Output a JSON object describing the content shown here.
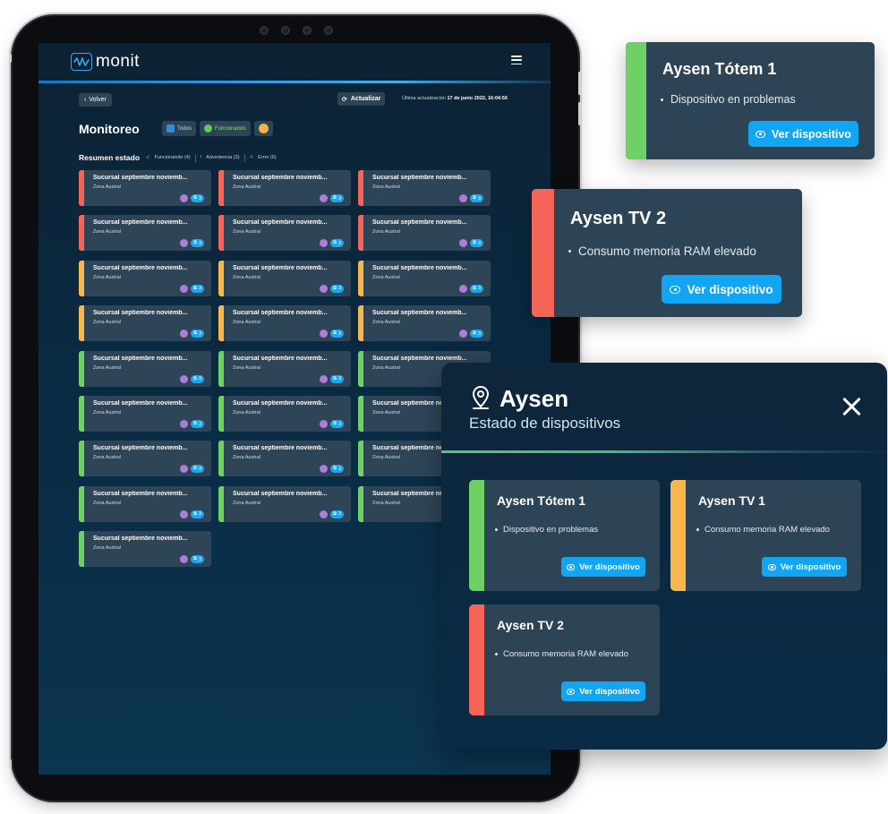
{
  "app": {
    "logo_text": "monit",
    "back_label": "Volver",
    "refresh_label": "Actualizar",
    "last_update_label": "Última actualización",
    "last_update_value": "17 de junio 2022, 16:04:56",
    "page_title": "Monitoreo",
    "filters": [
      {
        "label": "Todos"
      },
      {
        "label": "Funcionando"
      }
    ],
    "summary": {
      "title": "Resumen estado",
      "functioning": "Funcionando (4)",
      "warning": "Advertencia (3)",
      "error": "Error (6)"
    }
  },
  "grid": {
    "card_title": "Sucursal septiembre noviemb...",
    "card_subtitle": "Zona Austral",
    "badge_count": "3",
    "statuses": [
      "red",
      "red",
      "red",
      "red",
      "red",
      "red",
      "yellow",
      "yellow",
      "yellow",
      "yellow",
      "yellow",
      "yellow",
      "green",
      "green",
      "green",
      "green",
      "green",
      "green",
      "green",
      "green",
      "green",
      "green",
      "green",
      "green",
      "green"
    ]
  },
  "float_totem": {
    "title": "Aysen Tótem 1",
    "item": "Dispositivo en problemas",
    "button": "Ver dispositivo"
  },
  "float_tv2": {
    "title": "Aysen TV 2",
    "item": "Consumo memoria RAM elevado",
    "button": "Ver dispositivo"
  },
  "modal": {
    "title": "Aysen",
    "subtitle": "Estado de dispositivos",
    "cards": [
      {
        "title": "Aysen Tótem 1",
        "item": "Dispositivo en problemas",
        "button": "Ver dispositivo",
        "status": "green"
      },
      {
        "title": "Aysen TV 1",
        "item": "Consumo memoria RAM elevado",
        "button": "Ver dispositivo",
        "status": "yellow"
      },
      {
        "title": "Aysen TV 2",
        "item": "Consumo memoria RAM elevado",
        "button": "Ver dispositivo",
        "status": "red"
      }
    ]
  },
  "colors": {
    "red": "#f46457",
    "yellow": "#f8b64f",
    "green": "#6ed065",
    "accent": "#12a5f2",
    "card_bg": "#2d4457"
  }
}
